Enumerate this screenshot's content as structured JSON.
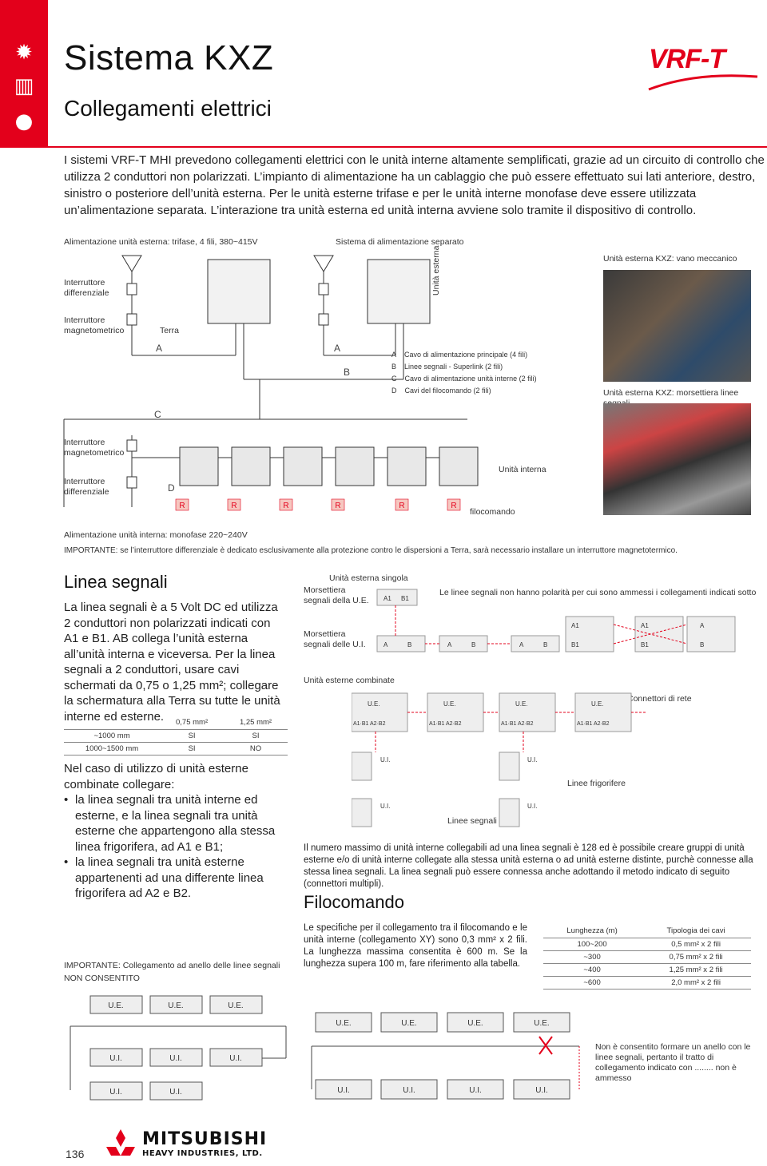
{
  "page": {
    "title": "Sistema KXZ",
    "subtitle": "Collegamenti elettrici",
    "brand_logo": "VRF-T",
    "page_number": "136",
    "intro": "I sistemi VRF-T MHI prevedono collegamenti elettrici con le unità interne altamente semplificati, grazie ad un circuito di controllo che utilizza 2 conduttori non polarizzati. L’impianto di alimentazione ha un cablaggio che può essere effettuato sui lati anteriore, destro, sinistro o posteriore dell’unità esterna. Per le unità esterne trifase e per le unità interne monofase deve essere utilizzata un’alimentazione separata. L’interazione tra unità esterna ed unità interna avviene solo tramite il dispositivo di controllo.",
    "accent_color": "#e3001b"
  },
  "sidebar_icons": [
    "sun-icon",
    "building-icon",
    "drop-icon"
  ],
  "diagram1": {
    "power_outdoor": "Alimentazione unità esterna: trifase, 4 fili, 380~415V",
    "separate_supply": "Sistema di alimentazione separato",
    "vano_label": "Unità esterna KXZ: vano meccanico",
    "morsettiera_label": "Unità esterna KXZ: morsettiera linee segnali",
    "int_diff": "Interruttore\ndifferenziale",
    "int_magn": "Interruttore\nmagnetometrico",
    "terra": "Terra",
    "unita_esterna": "Unità esterna",
    "unita_interna": "Unità interna",
    "filocomando": "filocomando",
    "letter_a": "A",
    "letter_b": "B",
    "letter_c": "C",
    "letter_d": "D",
    "letter_r": "R",
    "legend": [
      {
        "k": "A",
        "v": "Cavo di alimentazione principale (4 fili)"
      },
      {
        "k": "B",
        "v": "Linee segnali - Superlink (2 fili)"
      },
      {
        "k": "C",
        "v": "Cavo di alimentazione unità interne (2 fili)"
      },
      {
        "k": "D",
        "v": "Cavi del filocomando (2 fili)"
      }
    ],
    "power_indoor": "Alimentazione unità interna: monofase 220~240V",
    "important": "IMPORTANTE: se l’interruttore differenziale è dedicato esclusivamente alla protezione contro le dispersioni a Terra, sarà necessario installare un interruttore magnetotermico."
  },
  "linea_segnali": {
    "heading": "Linea segnali",
    "text": "La linea segnali è a 5 Volt DC ed utilizza 2 conduttori non polarizzati indicati con A1 e B1. AB collega l’unità esterna all’unità interna e viceversa. Per la linea segnali a 2 conduttori, usare cavi schermati da 0,75 o 1,25 mm²; collegare la schermatura alla Terra su tutte le unità interne ed esterne.",
    "table_header": [
      "",
      "0,75 mm²",
      "1,25 mm²"
    ],
    "table_rows": [
      [
        "~1000 mm",
        "SI",
        "SI"
      ],
      [
        "1000~1500 mm",
        "SI",
        "NO"
      ]
    ],
    "combined_intro": "Nel caso di utilizzo di unità esterne combinate collegare:",
    "bullets": [
      "la linea segnali tra unità interne ed esterne, e la linea segnali tra unità esterne che appartengono alla stessa linea frigorifera, ad A1 e B1;",
      "la linea segnali tra unità esterne appartenenti ad una differente linea frigorifera ad A2 e B2."
    ]
  },
  "diagram2": {
    "single_unit": "Unità esterna singola",
    "morsettiera_ue": "Morsettiera\nsegnali della U.E.",
    "morsettiera_ui": "Morsettiera\nsegnali delle U.I.",
    "polarity_note": "Le linee segnali non hanno polarità per cui sono ammessi i collegamenti indicati sotto",
    "combined": "Unità esterne combinate",
    "connettori": "Connettori di rete",
    "linee_frig": "Linee frigorifere",
    "linee_segnali": "Linee segnali",
    "ue": "U.E.",
    "ui": "U.I.",
    "term": "A1·B1 A2·B2",
    "a1": "A1",
    "b1": "B1",
    "a": "A",
    "b": "B",
    "max_text": "Il numero massimo di unità interne collegabili ad una linea segnali è 128 ed è possibile creare gruppi di unità esterne e/o di unità interne collegate alla stessa unità esterna o ad unità esterne distinte, purchè connesse alla stessa linea segnali. La linea segnali può essere connessa anche adottando il metodo indicato di seguito (connettori multipli)."
  },
  "filocomando": {
    "heading": "Filocomando",
    "text": "Le specifiche per il collegamento tra il filocomando e le unità interne (collegamento XY) sono 0,3 mm² x 2 fili. La lunghezza massima consentita è 600 m. Se la lunghezza supera 100 m, fare riferimento alla tabella.",
    "table_header": [
      "Lunghezza (m)",
      "Tipologia dei cavi"
    ],
    "table_rows": [
      [
        "100~200",
        "0,5 mm² x 2 fili"
      ],
      [
        "~300",
        "0,75 mm² x 2 fili"
      ],
      [
        "~400",
        "1,25 mm² x 2 fili"
      ],
      [
        "~600",
        "2,0 mm² x 2 fili"
      ]
    ]
  },
  "ring": {
    "important": "IMPORTANTE: Collegamento ad anello delle linee segnali",
    "not_allowed": "NON CONSENTITO",
    "note": "Non è consentito formare un anello con le linee segnali, pertanto il tratto di collegamento indicato con ........ non è ammesso"
  },
  "footer": {
    "brand": "MITSUBISHI",
    "brand_sub": "HEAVY INDUSTRIES, LTD."
  }
}
